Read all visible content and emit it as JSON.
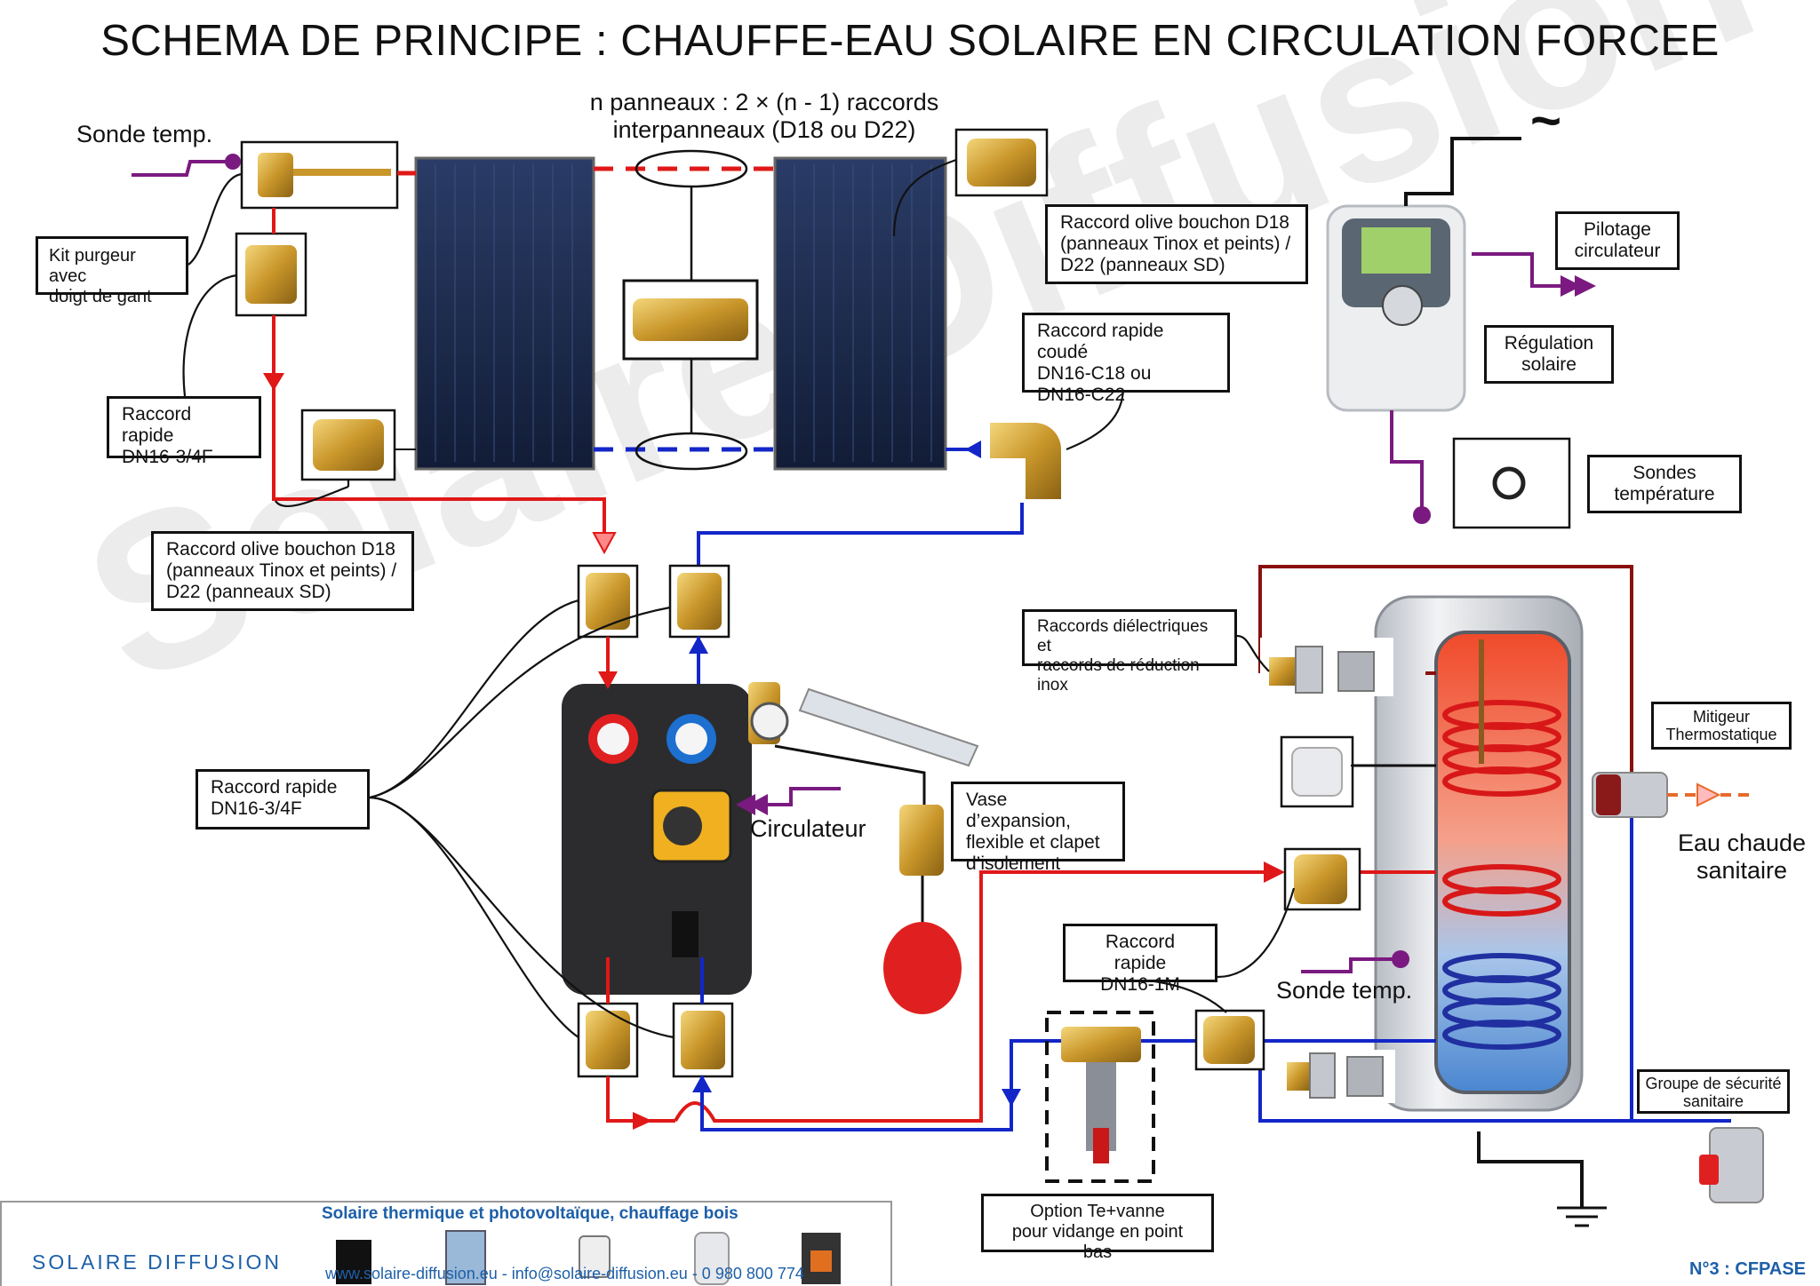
{
  "title": "SCHEMA DE PRINCIPE : CHAUFFE-EAU SOLAIRE EN CIRCULATION FORCEE",
  "watermark": "Solaire Diffusion",
  "free_text": {
    "sonde_top": "Sonde temp.",
    "panels_note": "n panneaux :  2 × (n - 1) raccords\ninterpanneaux (D18 ou D22)",
    "circulateur": "Circulateur",
    "eau_chaude": "Eau chaude\nsanitaire",
    "sonde_tank": "Sonde temp.",
    "tilde": "~"
  },
  "labels": {
    "kit_purgeur": "Kit purgeur avec\ndoigt de gant",
    "raccord_rapide_top": "Raccord rapide\nDN16-3/4F",
    "raccord_olive_left": "Raccord olive bouchon D18\n(panneaux Tinox et peints) /\nD22 (panneaux SD)",
    "raccord_olive_right": "Raccord olive bouchon D18\n(panneaux Tinox et peints) /\nD22 (panneaux SD)",
    "raccord_coude": "Raccord rapide coudé\nDN16-C18 ou\nDN16-C22",
    "pilotage": "Pilotage\ncirculateur",
    "regulation": "Régulation\nsolaire",
    "sondes": "Sondes\ntempérature",
    "raccord_rapide_left": "Raccord rapide\nDN16-3/4F",
    "raccords_dielectriques": "Raccords diélectriques et\nraccords de réduction inox",
    "mitigeur": "Mitigeur\nThermostatique",
    "vase": "Vase d’expansion,\nflexible et clapet\nd’isolement",
    "raccord_1m": "Raccord rapide\nDN16-1M",
    "groupe_securite": "Groupe de sécurité\nsanitaire",
    "option_te": "Option Te+vanne\npour vidange en point bas"
  },
  "footer": {
    "tagline": "Solaire thermique et photovoltaïque, chauffage bois",
    "logo": "SOLAIRE  DIFFUSION",
    "contact": "www.solaire-diffusion.eu - info@solaire-diffusion.eu - 0 980 800 774",
    "ref": "N°3 : CFPASE"
  },
  "colors": {
    "hot": "#e01818",
    "cold": "#1326c8",
    "signal": "#7a1a80",
    "dark_red": "#8a1010",
    "brand": "#1d5fa8"
  }
}
